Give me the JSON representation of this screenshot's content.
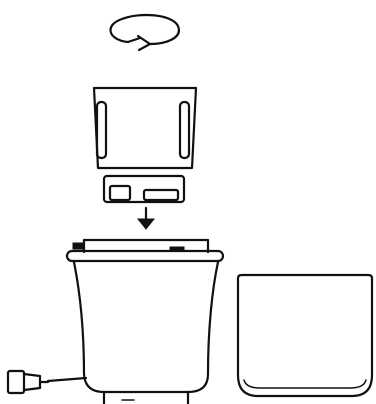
{
  "diagram": {
    "steps": [
      {
        "id": "rotate",
        "icon": "rotate-arrow-icon"
      },
      {
        "id": "insert",
        "icon": "down-arrow-icon"
      }
    ],
    "parts": [
      "filter-basket",
      "basket-base",
      "main-unit",
      "removable-bowl",
      "power-plug"
    ],
    "colors": {
      "ink": "#111111",
      "background": "#ffffff"
    }
  }
}
